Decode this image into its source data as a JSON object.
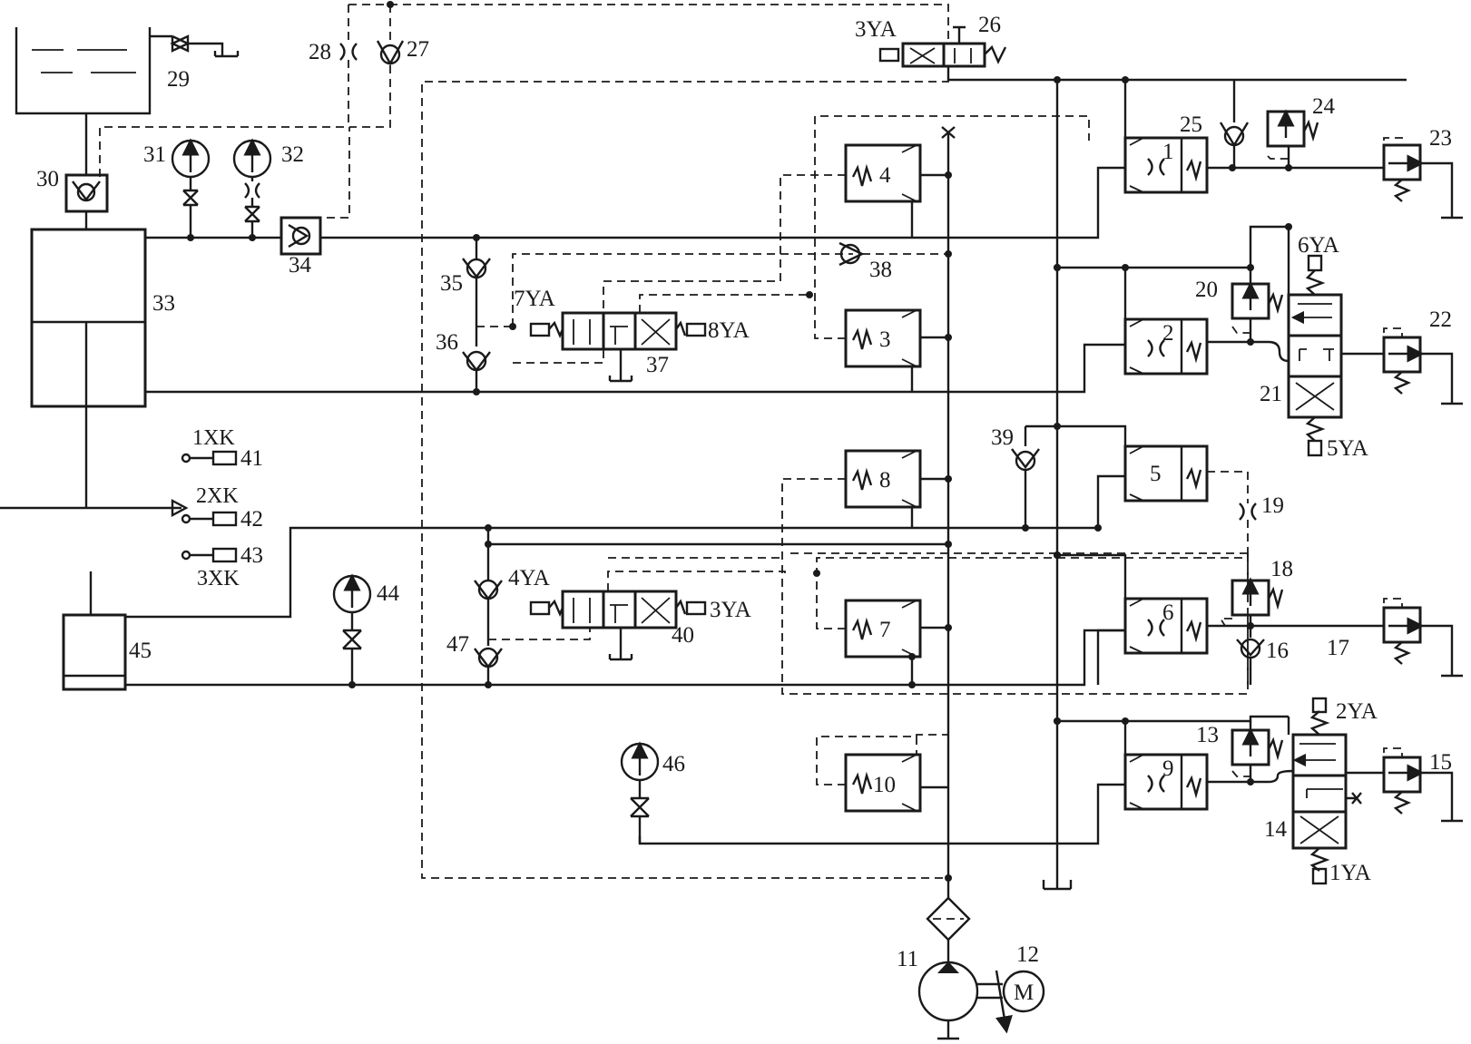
{
  "labels": {
    "c1": "1",
    "c2": "2",
    "c3": "3",
    "c4": "4",
    "c5": "5",
    "c6": "6",
    "c7": "7",
    "c8": "8",
    "c9": "9",
    "c10": "10",
    "c11": "11",
    "c12": "12",
    "c13": "13",
    "c14": "14",
    "c15": "15",
    "c16": "16",
    "c17": "17",
    "c18": "18",
    "c19": "19",
    "c20": "20",
    "c21": "21",
    "c22": "22",
    "c23": "23",
    "c24": "24",
    "c25": "25",
    "c26": "26",
    "c27": "27",
    "c28": "28",
    "c29": "29",
    "c30": "30",
    "c31": "31",
    "c32": "32",
    "c33": "33",
    "c34": "34",
    "c35": "35",
    "c36": "36",
    "c37": "37",
    "c38": "38",
    "c39": "39",
    "c40": "40",
    "c41": "41",
    "c42": "42",
    "c43": "43",
    "c44": "44",
    "c45": "45",
    "c46": "46",
    "c47": "47",
    "sol_1YA": "1YA",
    "sol_2YA": "2YA",
    "sol_3YA": "3YA",
    "sol_3YA_b": "3YA",
    "sol_4YA": "4YA",
    "sol_5YA": "5YA",
    "sol_6YA": "6YA",
    "sol_7YA": "7YA",
    "sol_8YA": "8YA",
    "sw_1XK": "1XK",
    "sw_2XK": "2XK",
    "sw_3XK": "3XK",
    "motor": "M"
  },
  "icons": {
    "check_valve": "check-valve-icon",
    "pressure_gauge": "pressure-gauge-icon",
    "throttle": "throttle-icon",
    "relief_valve": "relief-valve-icon",
    "solenoid_valve": "solenoid-valve-icon",
    "filter": "filter-icon",
    "pump": "pump-icon",
    "motor": "motor-icon",
    "tank": "tank-icon",
    "cylinder": "cylinder-icon",
    "limit_switch": "limit-switch-icon"
  }
}
